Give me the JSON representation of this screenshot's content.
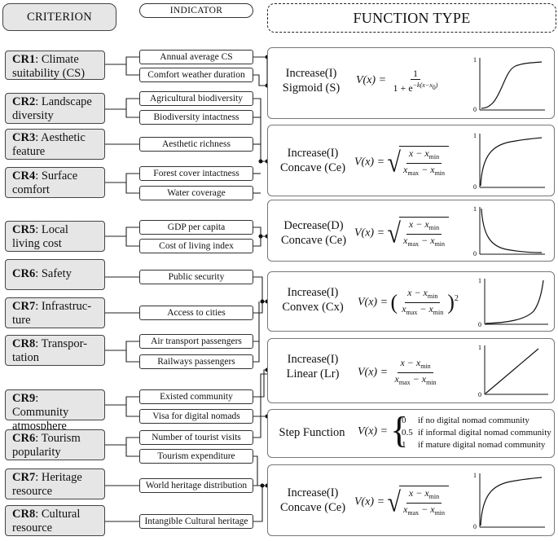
{
  "headers": {
    "criterion": "CRITERION",
    "indicator": "INDICATOR",
    "function_type": "FUNCTION TYPE"
  },
  "criteria": [
    {
      "code": "CR1",
      "name": ": Climate suitability (CS)"
    },
    {
      "code": "CR2",
      "name": ": Landscape diversity"
    },
    {
      "code": "CR3",
      "name": ": Aesthetic feature"
    },
    {
      "code": "CR4",
      "name": ": Surface comfort"
    },
    {
      "code": "CR5",
      "name": ": Local living cost"
    },
    {
      "code": "CR6",
      "name": ": Safety"
    },
    {
      "code": "CR7",
      "name": ": Infrastruc-ture"
    },
    {
      "code": "CR8",
      "name": ": Transpor-tation"
    },
    {
      "code": "CR9",
      "name": ": Community atmosphere"
    },
    {
      "code": "CR6",
      "name": ": Tourism popularity"
    },
    {
      "code": "CR7",
      "name": ": Heritage resource"
    },
    {
      "code": "CR8",
      "name": ": Cultural resource"
    }
  ],
  "indicators": [
    "Annual average CS",
    "Comfort weather duration",
    "Agricultural biodiversity",
    "Biodiversity intactness",
    "Aesthetic richness",
    "Forest cover intactness",
    "Water coverage",
    "GDP per capita",
    "Cost of living index",
    "Public security",
    "Access to cities",
    "Air transport passengers",
    "Railways passengers",
    "Existed community",
    "Visa for digital nomads",
    "Number of tourist visits",
    "Tourism expenditure",
    "World heritage distribution",
    "Intangible Cultural heritage"
  ],
  "functions": [
    {
      "title": "Increase(I) Sigmoid (S)",
      "line1": "Increase(I)",
      "line2": "Sigmoid (S)"
    },
    {
      "title": "Increase(I) Concave (Ce)",
      "line1": "Increase(I)",
      "line2": "Concave (Ce)"
    },
    {
      "title": "Decrease(D) Concave (Ce)",
      "line1": "Decrease(D)",
      "line2": "Concave (Ce)"
    },
    {
      "title": "Increase(I) Convex (Cx)",
      "line1": "Increase(I)",
      "line2": "Convex (Cx)"
    },
    {
      "title": "Increase(I) Linear (Lr)",
      "line1": "Increase(I)",
      "line2": "Linear (Lr)"
    },
    {
      "title": "Step Function",
      "line1": "Step Function",
      "line2": ""
    },
    {
      "title": "Increase(I) Concave (Ce)",
      "line1": "Increase(I)",
      "line2": "Concave (Ce)"
    }
  ],
  "formulas": {
    "vx": "V(x) =",
    "one": "1",
    "sigmoid_den": "1 + e",
    "sigmoid_exp": "−k(x−x",
    "zero_sub": "0",
    "exp_close": ")",
    "x": "x",
    "minus": " − ",
    "min": "min",
    "max": "max",
    "power": "2"
  },
  "step": {
    "rows": [
      {
        "value": "0",
        "condition": "if no digital nomad community"
      },
      {
        "value": "0.5",
        "condition": "if informal digital nomad community"
      },
      {
        "value": "1",
        "condition": "if mature digital nomad community"
      }
    ]
  },
  "axis_labels": {
    "one": "1",
    "zero": "0"
  }
}
